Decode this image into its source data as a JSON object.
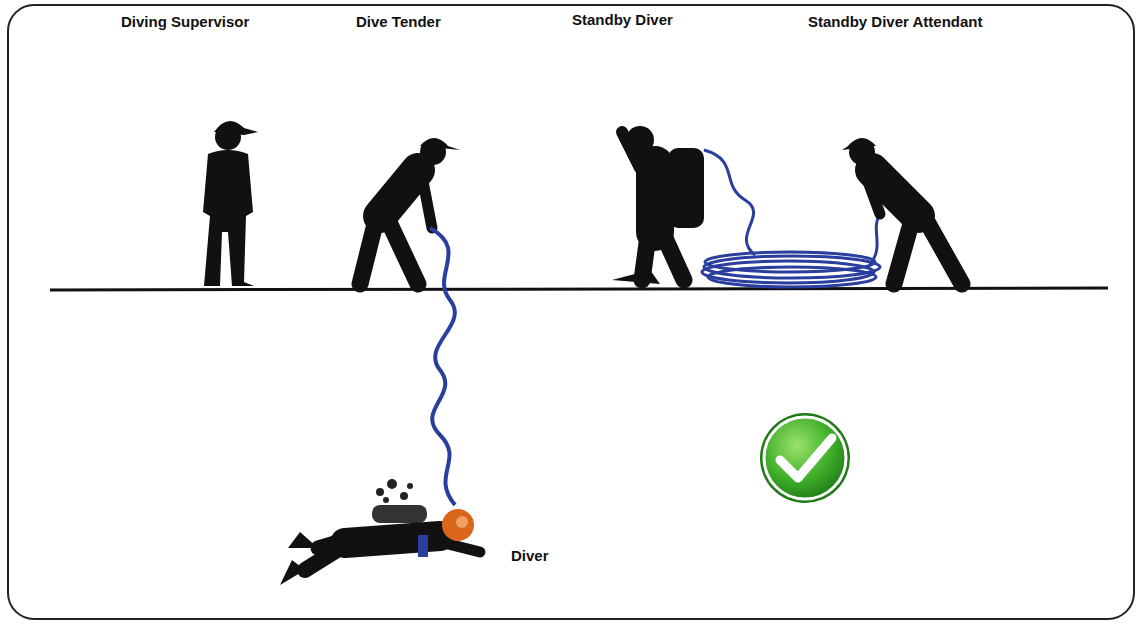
{
  "diagram": {
    "labels": [
      "Diving Supervisor",
      "Dive Tender",
      "Standby Diver",
      "Standby Diver Attendant",
      "Diver"
    ]
  }
}
